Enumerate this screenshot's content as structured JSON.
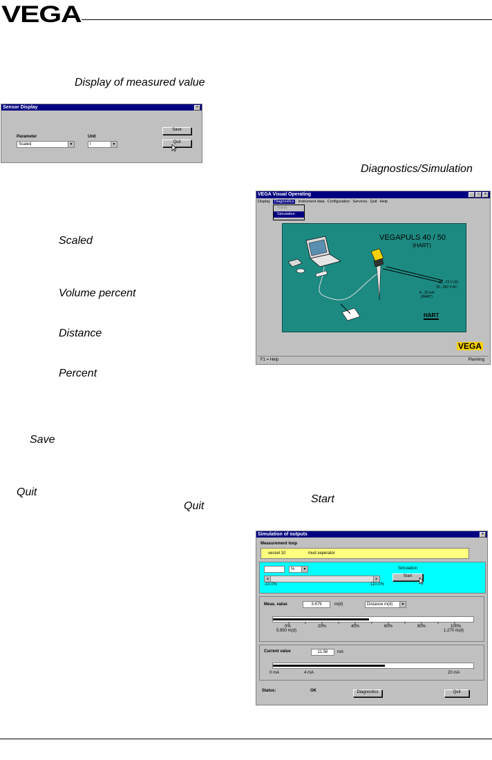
{
  "header": {
    "logo": "VEGA"
  },
  "captions": {
    "display_measured": "Display of measured value",
    "diag_sim": "Diagnostics/Simulation",
    "scaled": "Scaled",
    "volume_percent": "Volume percent",
    "distance": "Distance",
    "percent": "Percent",
    "save": "Save",
    "quit": "Quit",
    "quit2": "Quit",
    "start": "Start"
  },
  "sensor_display": {
    "title": "Sensor Display",
    "close": "×",
    "parameter_label": "Parameter",
    "parameter_value": "Scaled",
    "unit_label": "Unit",
    "unit_value": "l",
    "save_btn": "Save",
    "quit_btn": "Quit"
  },
  "vvo": {
    "title": "VEGA Visual Operating",
    "menu": [
      "Display",
      "Diagnostics",
      "Instrument data",
      "Configuration",
      "Services",
      "Quit",
      "Help"
    ],
    "dropdown": [
      "Trend",
      "Simulation"
    ],
    "product": "VEGAPULS 40 / 50",
    "product_sub": "(HART)",
    "supply1": "20...72 V DC",
    "supply2": "20...250 V AC",
    "current": "4...20 mA",
    "current_sub": "(HART)",
    "hart_logo": "HART",
    "brand": "VEGA",
    "status_left": "F1 = Help",
    "status_right": "Planning"
  },
  "simulation": {
    "title": "Simulation of outputs",
    "loop_label": "Measurement loop",
    "loop_name": "vessel 10",
    "loop_desc": "mud seperator",
    "unit": "%",
    "range_min": "-10.0%",
    "range_max": "110.0%",
    "sim_label": "Simulation",
    "start_btn": "Start",
    "meas_label": "Meas. value",
    "meas_value": "3.679",
    "meas_unit": "m(d)",
    "meas_select": "Distance m(d)",
    "meas_fill": 0.48,
    "meas_ticks": [
      "0%",
      "20%",
      "40%",
      "60%",
      "80%",
      "100%"
    ],
    "meas_min": "5.850 m(d)",
    "meas_max": "1.270 m(d)",
    "curr_label": "Current value",
    "curr_value": "11.58",
    "curr_unit": "mA",
    "curr_fill": 0.56,
    "curr_ticks": [
      "0 mA",
      "4 mA",
      "20 mA"
    ],
    "status_label": "Status:",
    "status_value": "OK",
    "diag_btn": "Diagnostics",
    "quit_btn": "Quit"
  }
}
